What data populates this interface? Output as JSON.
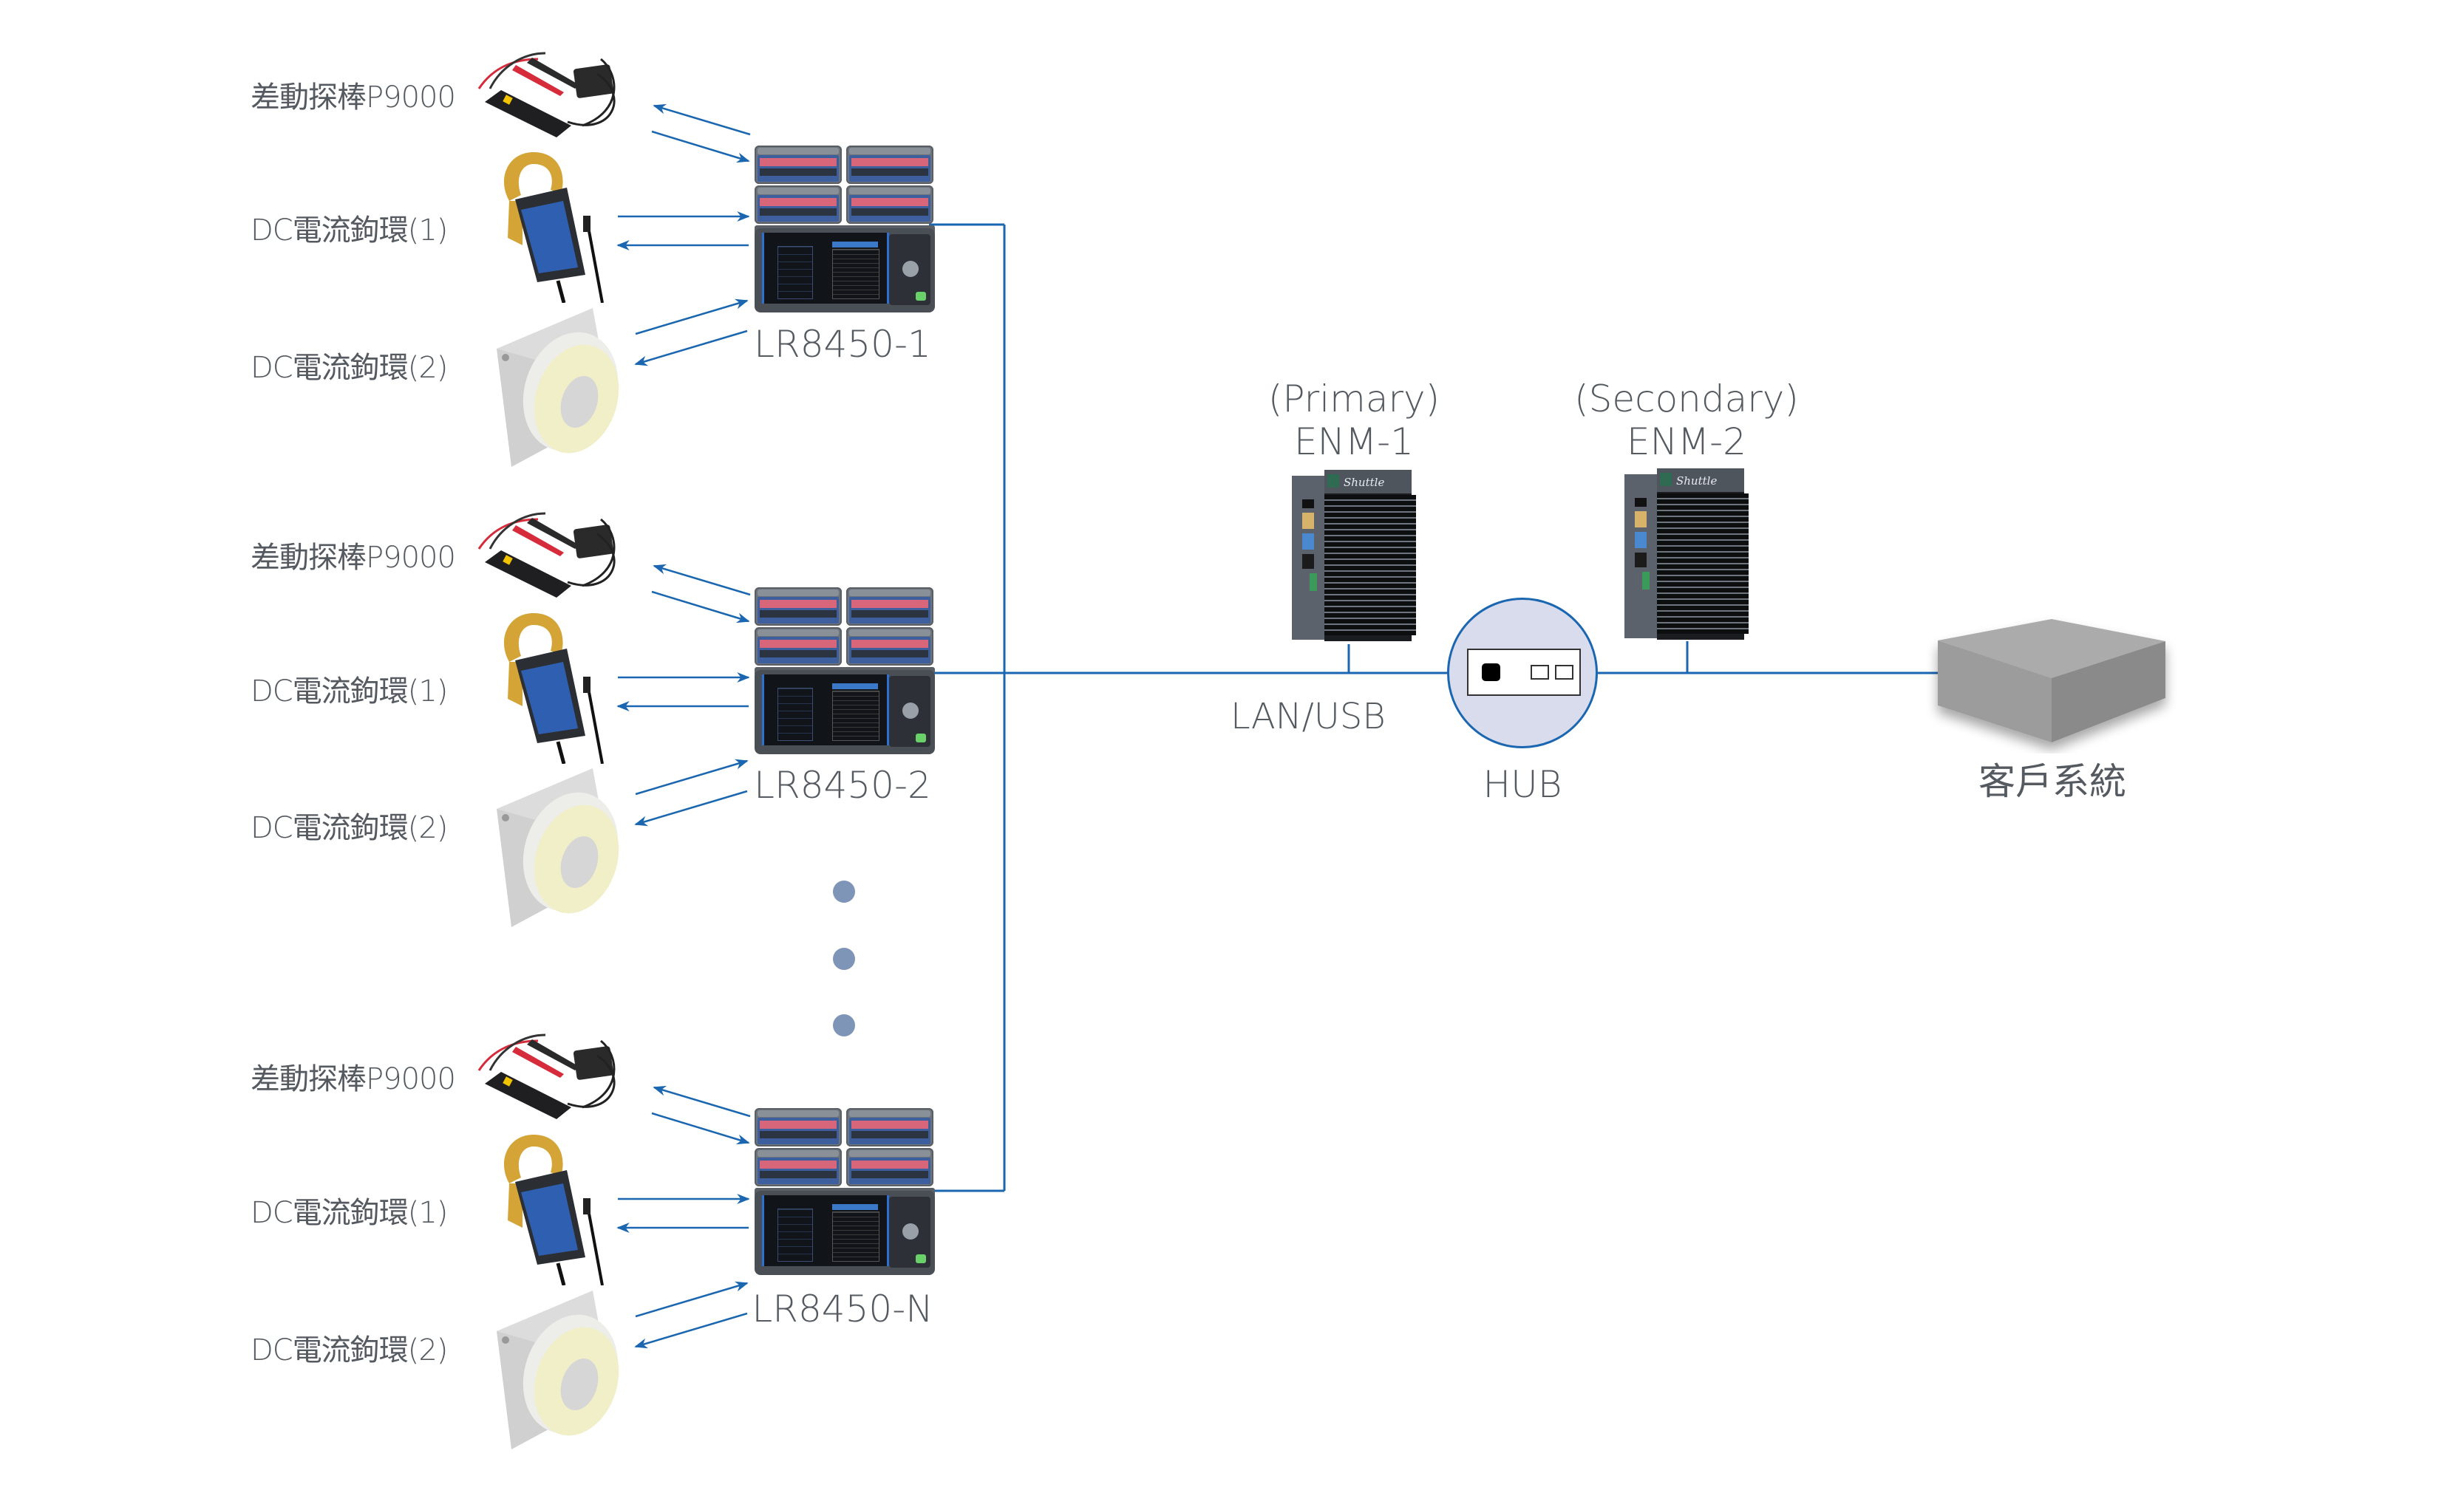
{
  "diagram": {
    "colors": {
      "link": "#1a66b0",
      "text": "#555a60",
      "hub_fill": "#d8dcec",
      "dots": "#7e95b8",
      "client_box": "#a0a0a0"
    },
    "loggers": [
      {
        "name": "LR8450-1",
        "sensors": [
          {
            "label": "差動探棒P9000",
            "icon": "differential-probe-icon"
          },
          {
            "label": "DC電流鉤環(1)",
            "icon": "clamp-current-sensor-icon"
          },
          {
            "label": "DC電流鉤環(2)",
            "icon": "toroidal-current-sensor-icon"
          }
        ]
      },
      {
        "name": "LR8450-2",
        "sensors": [
          {
            "label": "差動探棒P9000",
            "icon": "differential-probe-icon"
          },
          {
            "label": "DC電流鉤環(1)",
            "icon": "clamp-current-sensor-icon"
          },
          {
            "label": "DC電流鉤環(2)",
            "icon": "toroidal-current-sensor-icon"
          }
        ]
      },
      {
        "name": "LR8450-N",
        "sensors": [
          {
            "label": "差動探棒P9000",
            "icon": "differential-probe-icon"
          },
          {
            "label": "DC電流鉤環(1)",
            "icon": "clamp-current-sensor-icon"
          },
          {
            "label": "DC電流鉤環(2)",
            "icon": "toroidal-current-sensor-icon"
          }
        ]
      }
    ],
    "ellipsis_dots": 3,
    "link_label": "LAN/USB",
    "hub": {
      "label": "HUB"
    },
    "servers": [
      {
        "role": "(Primary)",
        "name": "ENM-1",
        "brand": "Shuttle"
      },
      {
        "role": "(Secondary)",
        "name": "ENM-2",
        "brand": "Shuttle"
      }
    ],
    "client": {
      "label": "客戶系統"
    }
  }
}
